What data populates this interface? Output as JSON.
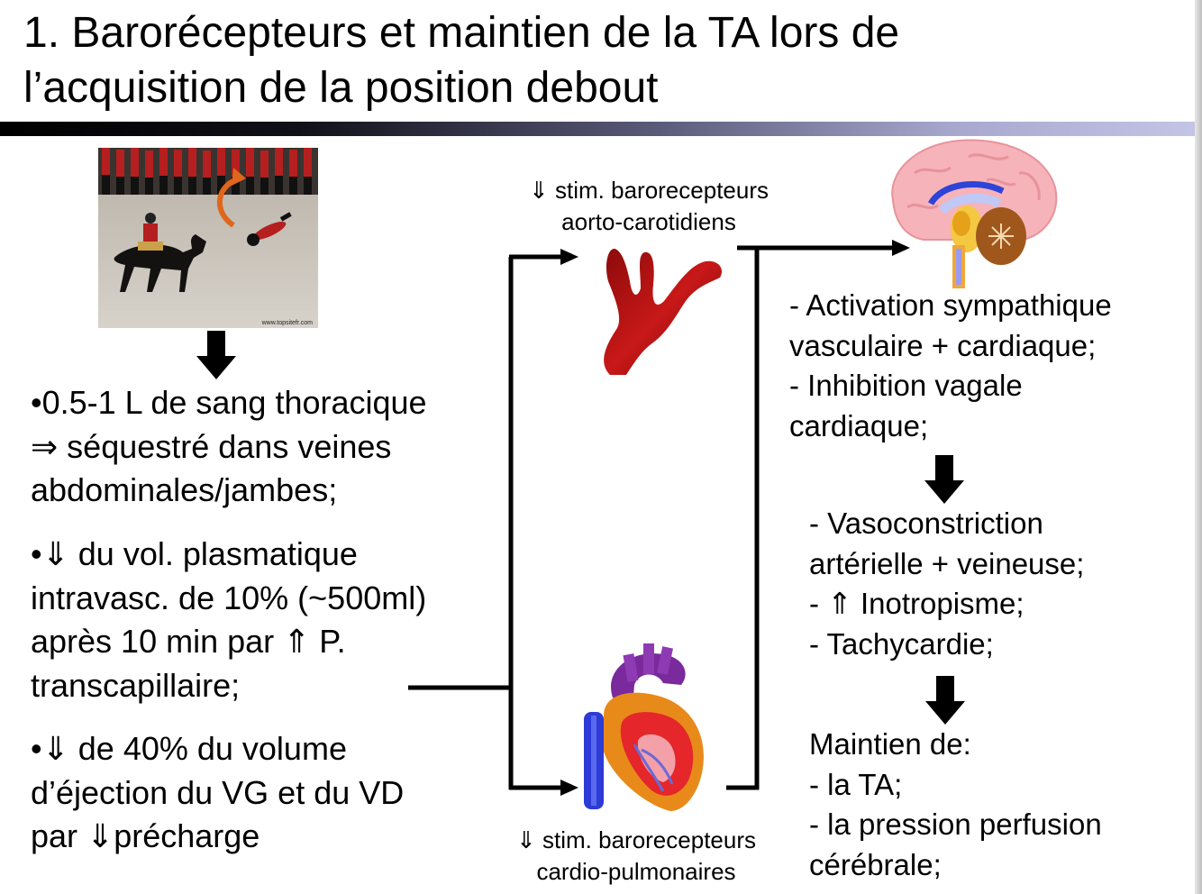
{
  "title": {
    "line1": "1. Barorécepteurs et maintien de la TA lors de",
    "line2": "l’acquisition de la position debout"
  },
  "photo": {
    "watermark": "www.topsitefr.com"
  },
  "left": {
    "p1": [
      "•0.5-1 L de sang thoracique",
      "⇒ séquestré dans veines",
      "abdominales/jambes;"
    ],
    "p2": [
      "•⇓ du vol. plasmatique",
      "intravasc. de 10% (~500ml)",
      "après 10 min par ⇑ P.",
      "transcapillaire;"
    ],
    "p3": [
      "•⇓ de 40% du volume",
      "d’éjection du VG et du VD",
      "par ⇓précharge"
    ]
  },
  "top_caption": [
    "⇓ stim. barorecepteurs",
    "aorto-carotidiens"
  ],
  "bottom_caption": [
    "⇓ stim. barorecepteurs",
    "cardio-pulmonaires"
  ],
  "right": {
    "b1": [
      "- Activation sympathique",
      "vasculaire + cardiaque;",
      "- Inhibition vagale",
      "cardiaque;"
    ],
    "b2": [
      "- Vasoconstriction",
      "artérielle + veineuse;",
      "- ⇑ Inotropisme;",
      "- Tachycardie;"
    ],
    "b3": [
      "Maintien de:",
      "- la TA;",
      "- la pression perfusion",
      "cérébrale;"
    ]
  }
}
